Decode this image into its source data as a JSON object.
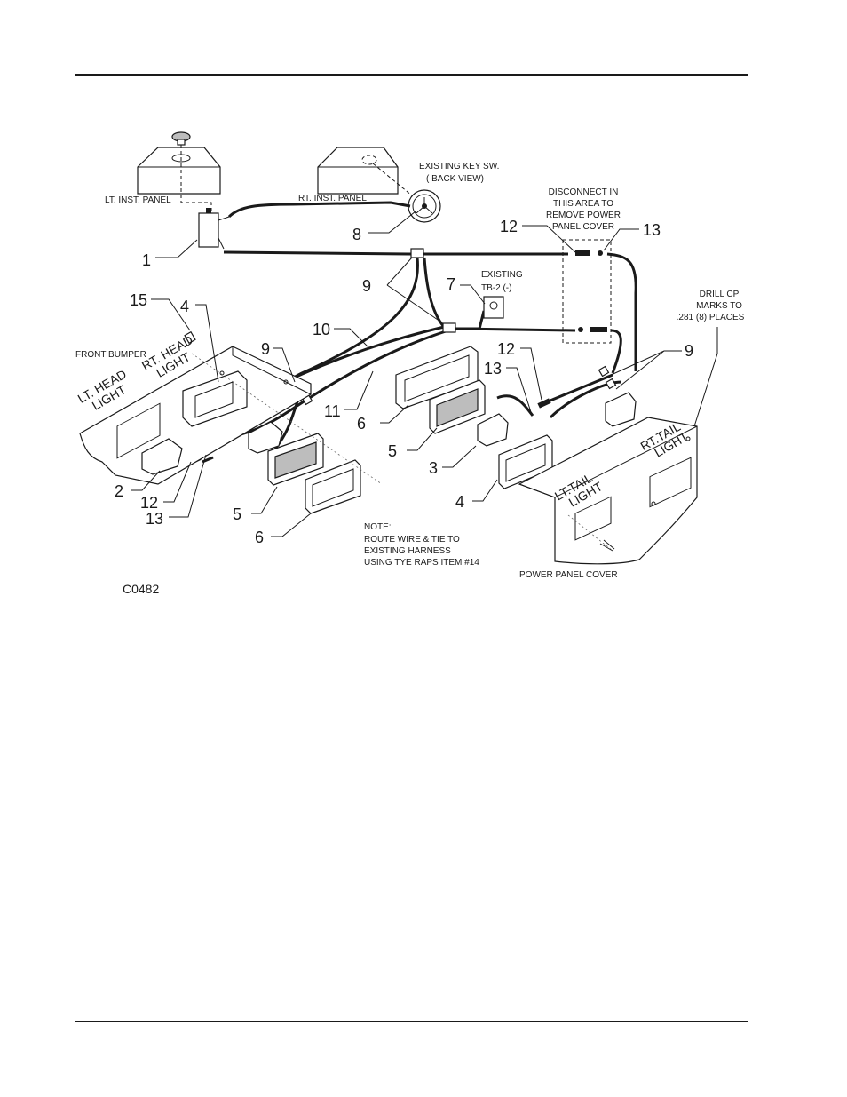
{
  "labels": {
    "lt_inst_panel": "LT. INST. PANEL",
    "rt_inst_panel": "RT. INST. PANEL",
    "existing_key_sw_1": "EXISTING KEY SW.",
    "existing_key_sw_2": "( BACK VIEW)",
    "disconnect_1": "DISCONNECT IN",
    "disconnect_2": "THIS AREA TO",
    "disconnect_3": "REMOVE POWER",
    "disconnect_4": "PANEL COVER",
    "existing_tb_1": "EXISTING",
    "existing_tb_2": "TB-2 (-)",
    "drill_1": "DRILL CP",
    "drill_2": "MARKS TO",
    "drill_3": ".281 (8) PLACES",
    "front_bumper": "FRONT BUMPER",
    "lt_head_1": "LT. HEAD",
    "lt_head_2": "LIGHT",
    "rt_head_1": "RT. HEAD",
    "rt_head_2": "LIGHT",
    "lt_tail_1": "LT.TAIL",
    "lt_tail_2": "LIGHT",
    "rt_tail_1": "RT.TAIL",
    "rt_tail_2": "LIGHT",
    "note_1": "NOTE:",
    "note_2": "ROUTE WIRE & TIE TO",
    "note_3": "EXISTING HARNESS",
    "note_4": "USING TYE RAPS ITEM #14",
    "power_panel_cover": "POWER PANEL COVER",
    "figure_code": "C0482"
  },
  "callouts": {
    "c1": "1",
    "c2": "2",
    "c3": "3",
    "c4a": "4",
    "c4b": "4",
    "c5a": "5",
    "c5b": "5",
    "c6a": "6",
    "c6b": "6",
    "c7": "7",
    "c8": "8",
    "c9a": "9",
    "c9b": "9",
    "c9c": "9",
    "c10": "10",
    "c11": "11",
    "c12a": "12",
    "c12b": "12",
    "c12c": "12",
    "c13a": "13",
    "c13b": "13",
    "c13c": "13",
    "c15": "15"
  }
}
